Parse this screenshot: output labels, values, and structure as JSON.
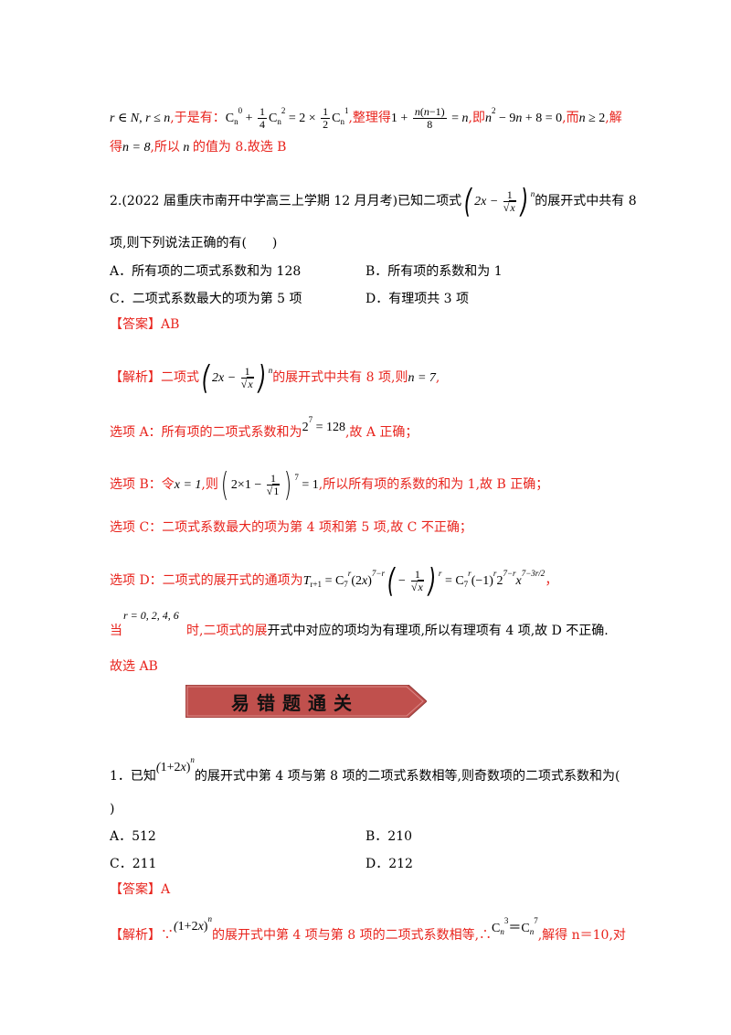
{
  "prev_solution": {
    "l1_a": "r ∈ N, r ≤ n",
    "l1_b": ",于是有：",
    "l1_c": ",整理得",
    "l1_d": ",即",
    "l1_e": ",而",
    "l1_f": ",解",
    "l2_a": "得",
    "l2_b": "n = 8",
    "l2_c": ",所以",
    "l2_d": "的值为 8.故选 B"
  },
  "q2": {
    "prefix": "2.(2022 届重庆市南开中学高三上学期 12 月月考)已知二项式",
    "suffix": "的展开式中共有 8",
    "line2": "项,则下列说法正确的有(　　)",
    "options": {
      "A": "A．所有项的二项式系数和为 128",
      "B": "B．所有项的系数和为 1",
      "C": "C．二项式系数最大的项为第 5 项",
      "D": "D．有理项共 3 项"
    },
    "answer_label": "【答案】",
    "answer": "AB",
    "analysis_label": "【解析】",
    "analysis_1a": "二项式",
    "analysis_1b": "的展开式中共有 8 项,则",
    "analysis_1c": "n = 7",
    "sA_a": "选项 A：所有项的二项式系数和为",
    "sA_b": ",故 A 正确；",
    "sB_a": "选项 B：令",
    "sB_x": "x = 1",
    "sB_b": ",则",
    "sB_c": ",所以所有项的系数的和为 1,故 B 正确；",
    "sC": "选项 C：二项式系数最大的项为第 4 项和第 5 项,故 C 不正确；",
    "sD_a": "选项 D：二项式的展开式的通项为",
    "sD_end": "，",
    "when": "当",
    "r_vals": "r = 0, 2, 4, 6",
    "when_b_red": "时,二项式的展",
    "when_b_black": "开式中对应的项均为有理项,所以有理项有 4 项,故 D 不正确.",
    "choose": "故选 AB"
  },
  "banner": {
    "title": "易错题通关",
    "color": "#c0504d"
  },
  "e1": {
    "prefix": "1．已知",
    "suffix": "的展开式中第 4 项与第 8 项的二项式系数相等,则奇数项的二项式系数和为(",
    "line2": ")",
    "options": {
      "A": "A．512",
      "B": "B．210",
      "C": "C．211",
      "D": "D．212"
    },
    "answer_label": "【答案】",
    "answer": "A",
    "analysis_label": "【解析】",
    "because": "∵",
    "analysis_mid": "的展开式中第 4 项与第 8 项的二项式系数相等,",
    "therefore": "∴",
    "analysis_end": ",解得 n＝10,对"
  }
}
